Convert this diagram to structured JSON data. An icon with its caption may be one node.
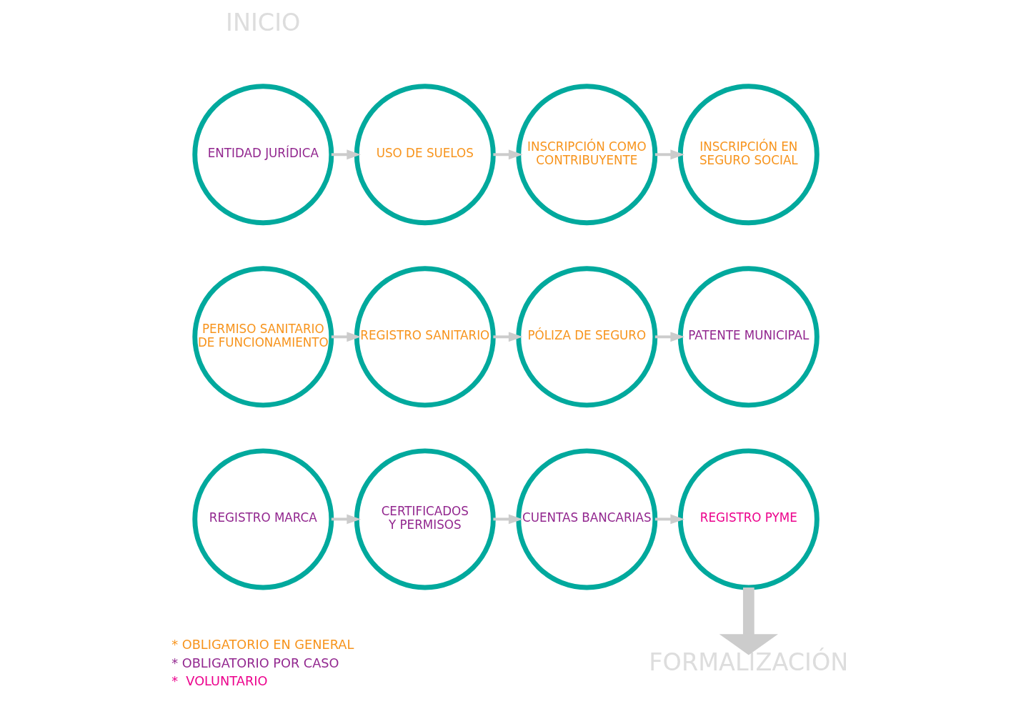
{
  "diagram": {
    "nodes": [
      {
        "text": [
          "ENTIDAD JURÍDICA"
        ]
      },
      {
        "text": [
          "USO DE SUELOS"
        ]
      },
      {
        "text": [
          "INSCRIPCIÓN COMO CONTRIBUYENTE"
        ]
      },
      {
        "text": [
          "INSCRIPCIÓN EN SEGURO SOCIAL"
        ]
      },
      {
        "text": [
          "PERMISO SANITARIO DE FUNCIONAMIENTO"
        ]
      },
      {
        "text": [
          "REGISTRO SANITARIO"
        ]
      },
      {
        "text": [
          "PÓLIZA DE SEGURO"
        ]
      },
      {
        "text": [
          "PATENTE MUNICIPAL"
        ]
      },
      {
        "text": [
          "REGISTRO MARCA"
        ]
      },
      {
        "text": [
          "CERTIFICADOS Y PERMISOS"
        ]
      },
      {
        "text": [
          "CUENTAS BANCARIAS"
        ]
      },
      {
        "text": [
          "REGISTRO PYME"
        ]
      },
      {
        "text": [
          "FORMALIZACIÓN"
        ]
      }
    ],
    "edges": [
      {
        "from": 0,
        "to": 1,
        "arrow": "to"
      },
      {
        "from": 1,
        "to": 2,
        "arrow": "to"
      },
      {
        "from": 2,
        "to": 3,
        "arrow": "to"
      },
      {
        "from": 4,
        "to": 5,
        "arrow": "to"
      },
      {
        "from": 5,
        "to": 6,
        "arrow": "to"
      },
      {
        "from": 6,
        "to": 7,
        "arrow": "to"
      },
      {
        "from": 8,
        "to": 9,
        "arrow": "to"
      },
      {
        "from": 9,
        "to": 10,
        "arrow": "to"
      },
      {
        "from": 10,
        "to": 11,
        "arrow": "to"
      },
      {
        "from": 11,
        "to": 12,
        "arrow": "to",
        "style": "thick"
      }
    ],
    "labels": [
      "INICIO"
    ],
    "legend": [
      {
        "text": "* OBLIGATORIO EN GENERAL",
        "color": "#f7941d"
      },
      {
        "text": "* OBLIGATORIO POR CASO",
        "color": "#92278f"
      },
      {
        "text": "*  VOLUNTARIO",
        "color": "#ec008c"
      }
    ]
  }
}
